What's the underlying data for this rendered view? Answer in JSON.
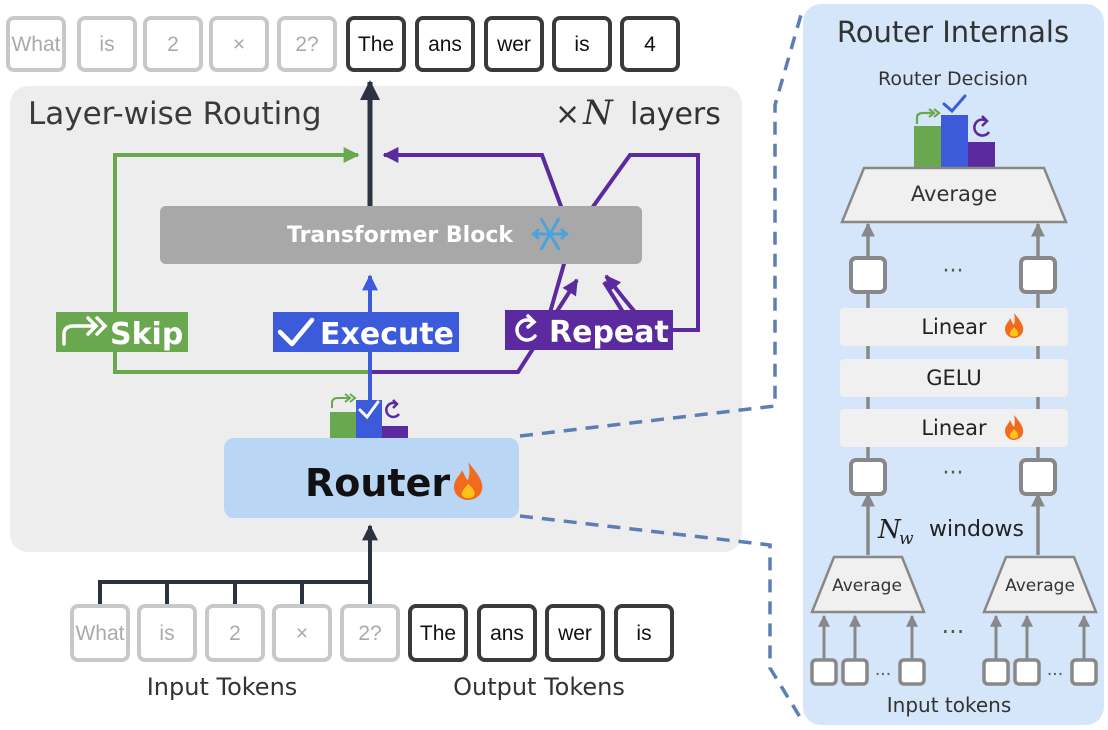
{
  "top_tokens": {
    "input": [
      "What",
      "is",
      "2",
      "×",
      "2?"
    ],
    "output": [
      "The",
      "ans",
      "wer",
      "is",
      "4"
    ]
  },
  "bottom_tokens": {
    "input": [
      "What",
      "is",
      "2",
      "×",
      "2?"
    ],
    "output": [
      "The",
      "ans",
      "wer",
      "is"
    ]
  },
  "layer_panel": {
    "title": "Layer-wise Routing",
    "repeat_label_times": "×",
    "repeat_label_n": "N",
    "repeat_label_layers": "layers",
    "block_label": "Transformer Block",
    "skip_label": "Skip",
    "execute_label": "Execute",
    "repeat_label": "Repeat",
    "router_label": "Router"
  },
  "bottom_labels": {
    "input": "Input Tokens",
    "output": "Output Tokens"
  },
  "internals": {
    "title": "Router Internals",
    "decision_label": "Router Decision",
    "average_top": "Average",
    "linear_1": "Linear",
    "gelu": "GELU",
    "linear_2": "Linear",
    "ellipsis": "···",
    "windows_n": "N",
    "windows_sub": "w",
    "windows_text": "windows",
    "average_left": "Average",
    "average_right": "Average",
    "input_dots": "···",
    "input_label": "Input tokens"
  },
  "colors": {
    "skip": "#6aa84f",
    "execute": "#3b5bdb",
    "repeat": "#5b2a9e",
    "router_fill": "#b9d6f5",
    "panel_gray": "#ededed",
    "internals_fill": "#d6e6fa",
    "dark": "#2b3240"
  },
  "icons": [
    "skip-arrow-icon",
    "checkmark-icon",
    "repeat-icon",
    "snowflake-icon",
    "fire-icon"
  ]
}
